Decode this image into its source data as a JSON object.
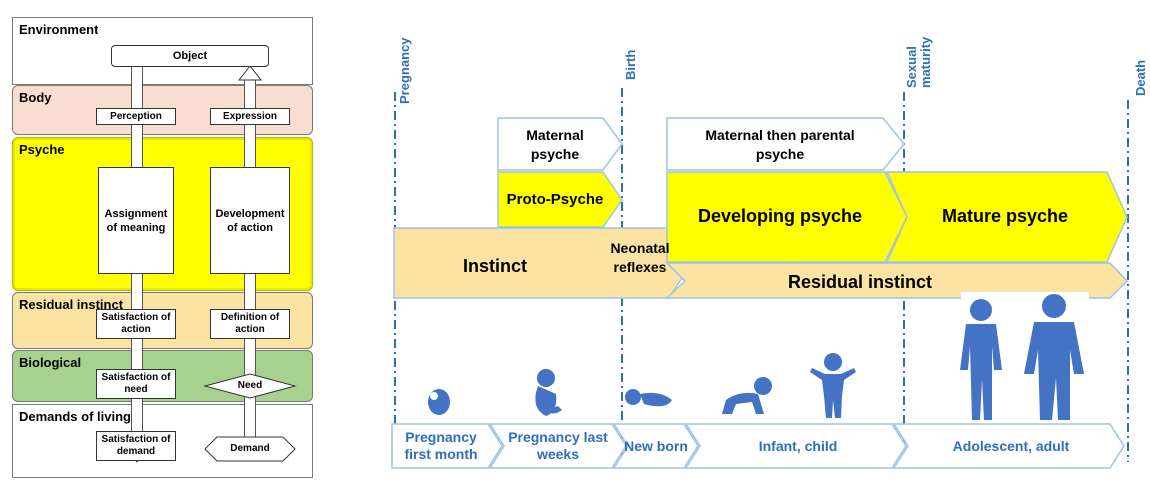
{
  "left_diagram": {
    "layers": {
      "environment": "Environment",
      "body": "Body",
      "psyche": "Psyche",
      "residual_instinct": "Residual instinct",
      "biological": "Biological",
      "demands_of_living": "Demands of living"
    },
    "object": "Object",
    "perception": "Perception",
    "expression": "Expression",
    "assignment_of_meaning": "Assignment of meaning",
    "development_of_action": "Development of action",
    "satisfaction_of_action": "Satisfaction of action",
    "definition_of_action": "Definition of action",
    "satisfaction_of_need": "Satisfaction of need",
    "need": "Need",
    "satisfaction_of_demand": "Satisfaction of demand",
    "demand": "Demand"
  },
  "timeline": {
    "milestones": {
      "pregnancy": "Pregnancy",
      "birth": "Birth",
      "sexual_maturity": "Sexual\nmaturity",
      "death": "Death"
    },
    "maternal_psyche": "Maternal psyche",
    "proto_psyche": "Proto-Psyche",
    "maternal_parental_psyche": "Maternal then parental psyche",
    "developing_psyche": "Developing psyche",
    "mature_psyche": "Mature psyche",
    "instinct": "Instinct",
    "neonatal_reflexes": "Neonatal reflexes",
    "residual_instinct": "Residual instinct",
    "stages": {
      "pregnancy_first_month": "Pregnancy first month",
      "pregnancy_last_weeks": "Pregnancy last weeks",
      "new_born": "New born",
      "infant_child": "Infant, child",
      "adolescent_adult": "Adolescent, adult"
    },
    "colors": {
      "accent_blue": "#2f6fba",
      "yellow": "#ffff00",
      "instinct": "#fbe3a4",
      "body": "#f9ddd0",
      "biological": "#a9d18e",
      "figure": "#4472c4"
    }
  }
}
